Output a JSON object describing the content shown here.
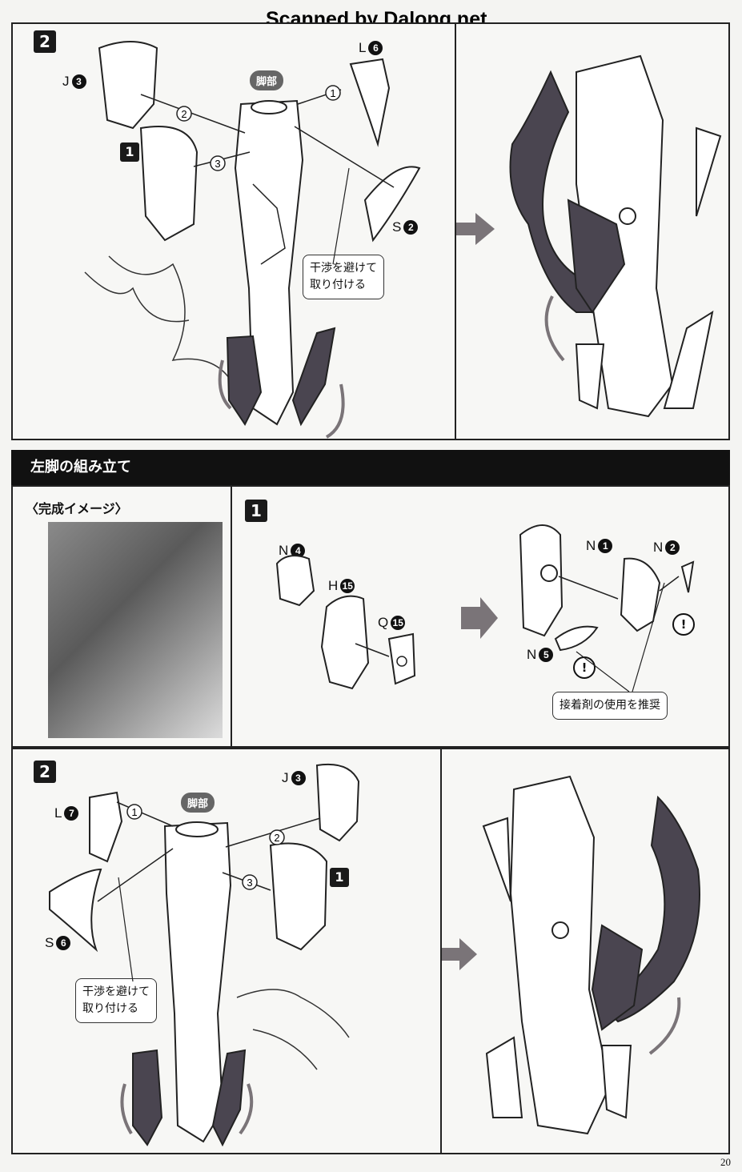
{
  "scan_title": "Scanned by Dalong.net",
  "page_number": "20",
  "section1": {
    "step": "2",
    "leg_label": "脚部",
    "parts": {
      "j": {
        "letter": "J",
        "num": "3"
      },
      "l": {
        "letter": "L",
        "num": "6"
      },
      "s": {
        "letter": "S",
        "num": "2"
      },
      "inner": "1"
    },
    "callouts": [
      "1",
      "2",
      "3"
    ],
    "note": [
      "干渉を避けて",
      "取り付ける"
    ]
  },
  "left_leg": {
    "header": "左脚の組み立て",
    "image_caption": "〈完成イメージ〉",
    "step1": {
      "step": "1",
      "parts_a": [
        {
          "letter": "N",
          "num": "4"
        },
        {
          "letter": "H",
          "num": "15"
        },
        {
          "letter": "Q",
          "num": "15"
        }
      ],
      "parts_b": [
        {
          "letter": "N",
          "num": "1"
        },
        {
          "letter": "N",
          "num": "2"
        },
        {
          "letter": "N",
          "num": "5"
        }
      ],
      "warn_symbol": "!",
      "glue_note": "接着剤の使用を推奨"
    },
    "step2": {
      "step": "2",
      "leg_label": "脚部",
      "parts": {
        "l": {
          "letter": "L",
          "num": "7"
        },
        "j": {
          "letter": "J",
          "num": "3"
        },
        "s": {
          "letter": "S",
          "num": "6"
        },
        "inner": "1"
      },
      "callouts": [
        "1",
        "2",
        "3"
      ],
      "note": [
        "干渉を避けて",
        "取り付ける"
      ]
    }
  },
  "colors": {
    "accent_dark": "#4a4550",
    "arrow_gray": "#7a7478",
    "frame": "#222222"
  }
}
